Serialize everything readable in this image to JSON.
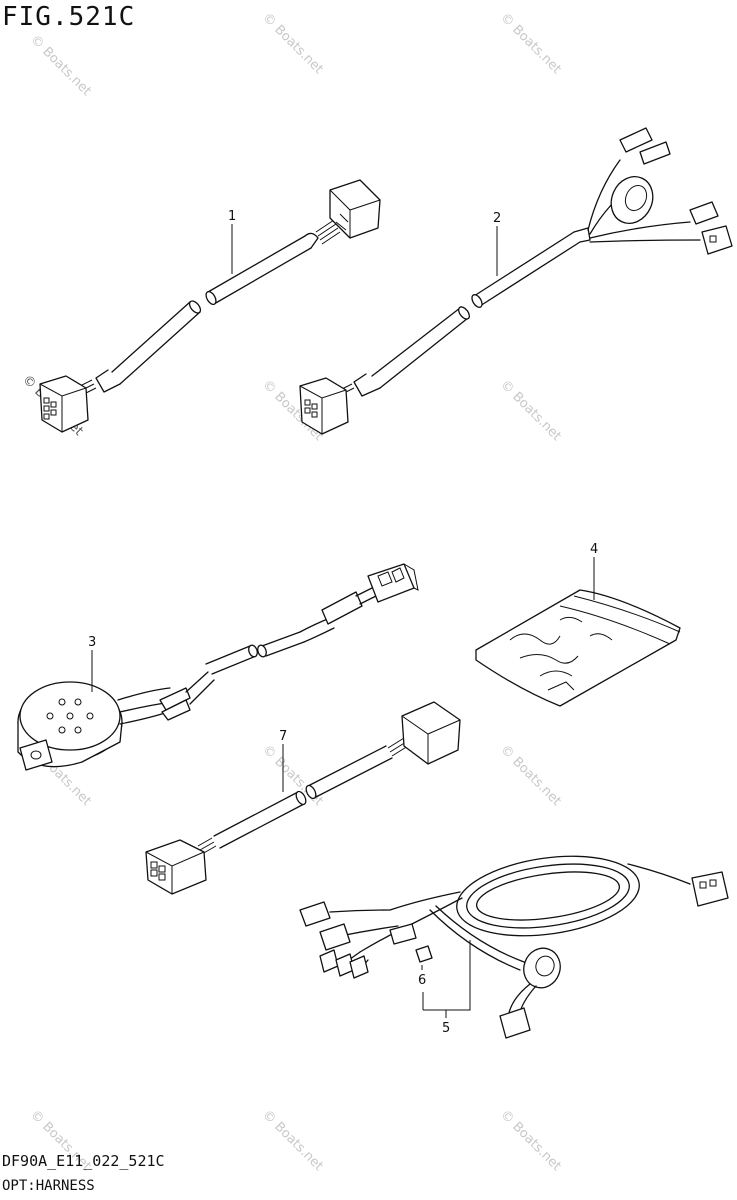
{
  "figure_title": "FIG.521C",
  "footer": {
    "code": "DF90A_E11_022_521C",
    "name": "OPT:HARNESS"
  },
  "watermark": "© Boats.net",
  "callouts": [
    {
      "id": "part-1",
      "label": "1"
    },
    {
      "id": "part-2",
      "label": "2"
    },
    {
      "id": "part-3",
      "label": "3"
    },
    {
      "id": "part-4",
      "label": "4"
    },
    {
      "id": "part-5",
      "label": "5"
    },
    {
      "id": "part-6",
      "label": "6"
    },
    {
      "id": "part-7",
      "label": "7"
    }
  ]
}
